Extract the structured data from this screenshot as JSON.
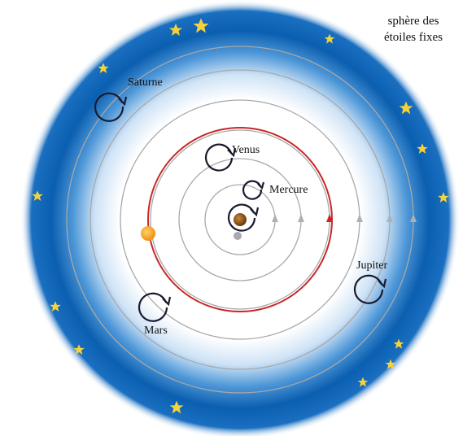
{
  "corner_label": {
    "line1": "sphère des",
    "line2": "étoiles fixes"
  },
  "planets": {
    "saturne": "Saturne",
    "venus": "Venus",
    "mercure": "Mercure",
    "mars": "Mars",
    "jupiter": "Jupiter"
  },
  "colors": {
    "sky_blue": "#0b5fb0",
    "star": "#f6d23a",
    "orbit_gray": "#a8a8a8",
    "sun_orbit": "#c82828",
    "sun": "#f4a21e",
    "earth": "#8a4d13",
    "moon": "#a9a9b3",
    "epicycle": "#1a1a2e"
  },
  "icons": {
    "star": "star-icon",
    "sun": "sun-icon",
    "earth": "earth-icon",
    "moon": "moon-icon",
    "epicycle": "epicycle-arrow-icon"
  }
}
